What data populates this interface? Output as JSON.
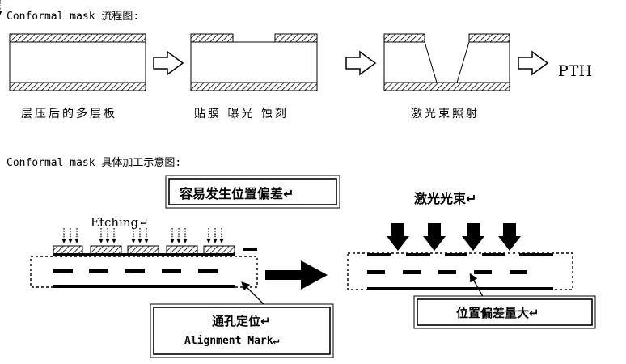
{
  "header": {
    "title1": "Conformal mask 流程图:",
    "title2": "Conformal mask 具体加工示意图:"
  },
  "flow": {
    "step1_caption": "层压后的多层板",
    "step2_caption": "贴膜 曝光 蚀刻",
    "step3_caption": "激光束照射",
    "result_label": "PTH"
  },
  "detail": {
    "offset_note": "容易发生位置偏差↵",
    "etching_label": "Etching↵",
    "laser_label": "激光光束↵",
    "alignment_cn": "通孔定位↵",
    "alignment_en": "Alignment Mark↵",
    "deviation_note": "位置偏差量大↵"
  }
}
